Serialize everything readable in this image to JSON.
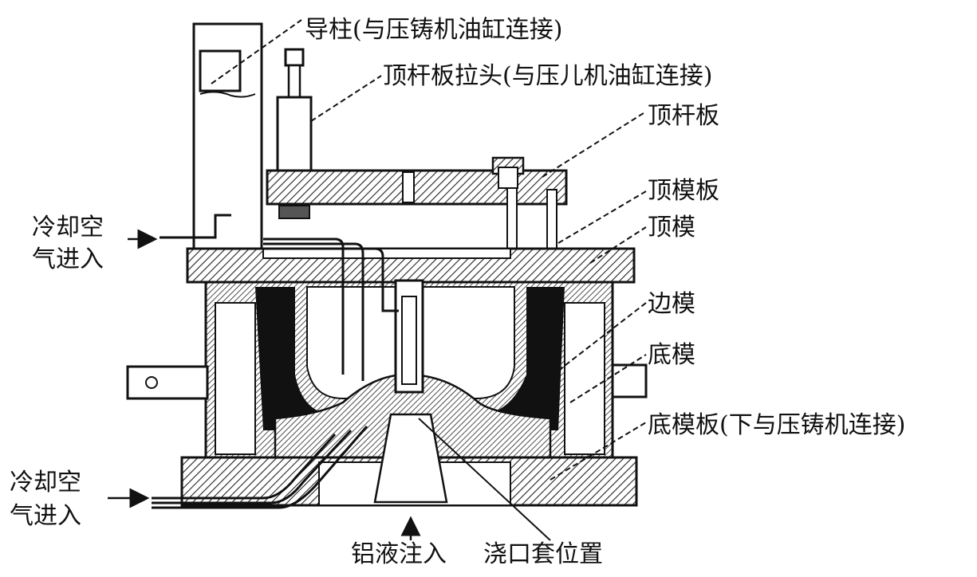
{
  "labels": {
    "guide_pillar": "导柱(与压铸机油缸连接)",
    "ejector_pull": "顶杆板拉头(与压儿机油缸连接)",
    "ejector_plate": "顶杆板",
    "top_die_plate": "顶模板",
    "top_die": "顶模",
    "side_die": "边模",
    "bottom_die": "底模",
    "bottom_die_plate": "底模板(下与压铸机连接)",
    "air_in_top_1": "冷却空",
    "air_in_top_2": "气进入",
    "air_in_bottom_1": "冷却空",
    "air_in_bottom_2": "气进入",
    "aluminum_inlet": "铝液注入",
    "sprue_position": "浇口套位置"
  },
  "colors": {
    "ink": "#1a1a1a",
    "hatch": "#2b2b2b",
    "paper": "#ffffff",
    "gray": "#cfcfcf"
  }
}
